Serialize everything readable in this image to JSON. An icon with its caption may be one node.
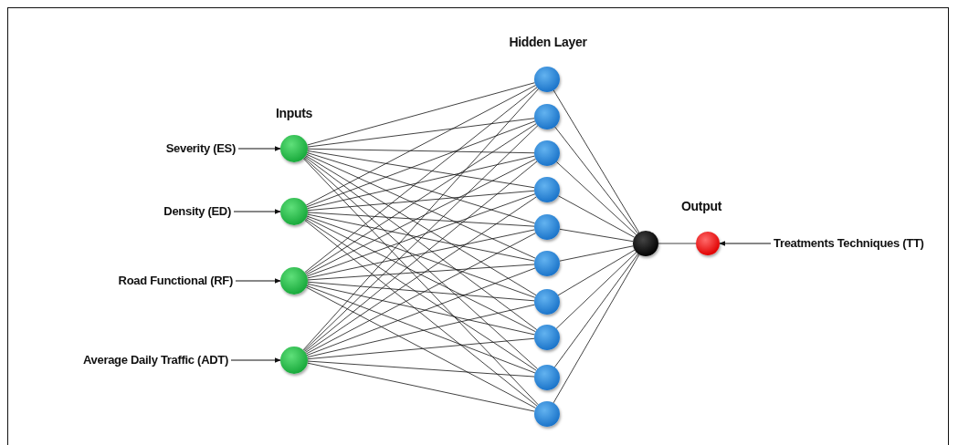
{
  "diagram": {
    "nodes": [
      {
        "text": [
          "Severity (ES)"
        ]
      },
      {
        "text": [
          "Density (ED)"
        ]
      },
      {
        "text": [
          "Road Functional (RF)"
        ]
      },
      {
        "text": [
          "Average Daily Traffic (ADT)"
        ]
      },
      {
        "text": [],
        "shape": "circle"
      },
      {
        "text": [],
        "shape": "circle"
      },
      {
        "text": [],
        "shape": "circle"
      },
      {
        "text": [],
        "shape": "circle"
      },
      {
        "text": [],
        "shape": "circle"
      },
      {
        "text": [],
        "shape": "circle"
      },
      {
        "text": [],
        "shape": "circle"
      },
      {
        "text": [],
        "shape": "circle"
      },
      {
        "text": [],
        "shape": "circle"
      },
      {
        "text": [],
        "shape": "circle"
      },
      {
        "text": [],
        "shape": "circle"
      },
      {
        "text": [],
        "shape": "circle"
      },
      {
        "text": [],
        "shape": "circle"
      },
      {
        "text": [],
        "shape": "circle"
      },
      {
        "text": [],
        "shape": "circle"
      },
      {
        "text": [],
        "shape": "circle"
      },
      {
        "text": [
          "Treatments Techniques (TT)"
        ]
      }
    ],
    "edges": [
      {
        "from": 0,
        "to": 4,
        "arrow": "to"
      },
      {
        "from": 1,
        "to": 5,
        "arrow": "to"
      },
      {
        "from": 2,
        "to": 6,
        "arrow": "to"
      },
      {
        "from": 3,
        "to": 7,
        "arrow": "to"
      },
      {
        "from": 4,
        "to": 8,
        "arrow": "none"
      },
      {
        "from": 4,
        "to": 9,
        "arrow": "none"
      },
      {
        "from": 4,
        "to": 10,
        "arrow": "none"
      },
      {
        "from": 4,
        "to": 11,
        "arrow": "none"
      },
      {
        "from": 4,
        "to": 12,
        "arrow": "none"
      },
      {
        "from": 4,
        "to": 13,
        "arrow": "none"
      },
      {
        "from": 4,
        "to": 14,
        "arrow": "none"
      },
      {
        "from": 4,
        "to": 15,
        "arrow": "none"
      },
      {
        "from": 4,
        "to": 16,
        "arrow": "none"
      },
      {
        "from": 4,
        "to": 17,
        "arrow": "none"
      },
      {
        "from": 5,
        "to": 8,
        "arrow": "none"
      },
      {
        "from": 5,
        "to": 9,
        "arrow": "none"
      },
      {
        "from": 5,
        "to": 10,
        "arrow": "none"
      },
      {
        "from": 5,
        "to": 11,
        "arrow": "none"
      },
      {
        "from": 5,
        "to": 12,
        "arrow": "none"
      },
      {
        "from": 5,
        "to": 13,
        "arrow": "none"
      },
      {
        "from": 5,
        "to": 14,
        "arrow": "none"
      },
      {
        "from": 5,
        "to": 15,
        "arrow": "none"
      },
      {
        "from": 5,
        "to": 16,
        "arrow": "none"
      },
      {
        "from": 5,
        "to": 17,
        "arrow": "none"
      },
      {
        "from": 6,
        "to": 8,
        "arrow": "none"
      },
      {
        "from": 6,
        "to": 9,
        "arrow": "none"
      },
      {
        "from": 6,
        "to": 10,
        "arrow": "none"
      },
      {
        "from": 6,
        "to": 11,
        "arrow": "none"
      },
      {
        "from": 6,
        "to": 12,
        "arrow": "none"
      },
      {
        "from": 6,
        "to": 13,
        "arrow": "none"
      },
      {
        "from": 6,
        "to": 14,
        "arrow": "none"
      },
      {
        "from": 6,
        "to": 15,
        "arrow": "none"
      },
      {
        "from": 6,
        "to": 16,
        "arrow": "none"
      },
      {
        "from": 6,
        "to": 17,
        "arrow": "none"
      },
      {
        "from": 7,
        "to": 8,
        "arrow": "none"
      },
      {
        "from": 7,
        "to": 9,
        "arrow": "none"
      },
      {
        "from": 7,
        "to": 10,
        "arrow": "none"
      },
      {
        "from": 7,
        "to": 11,
        "arrow": "none"
      },
      {
        "from": 7,
        "to": 12,
        "arrow": "none"
      },
      {
        "from": 7,
        "to": 13,
        "arrow": "none"
      },
      {
        "from": 7,
        "to": 14,
        "arrow": "none"
      },
      {
        "from": 7,
        "to": 15,
        "arrow": "none"
      },
      {
        "from": 7,
        "to": 16,
        "arrow": "none"
      },
      {
        "from": 7,
        "to": 17,
        "arrow": "none"
      },
      {
        "from": 8,
        "to": 18,
        "arrow": "none"
      },
      {
        "from": 9,
        "to": 18,
        "arrow": "none"
      },
      {
        "from": 10,
        "to": 18,
        "arrow": "none"
      },
      {
        "from": 11,
        "to": 18,
        "arrow": "none"
      },
      {
        "from": 12,
        "to": 18,
        "arrow": "none"
      },
      {
        "from": 13,
        "to": 18,
        "arrow": "none"
      },
      {
        "from": 14,
        "to": 18,
        "arrow": "none"
      },
      {
        "from": 15,
        "to": 18,
        "arrow": "none"
      },
      {
        "from": 16,
        "to": 18,
        "arrow": "none"
      },
      {
        "from": 17,
        "to": 18,
        "arrow": "none"
      },
      {
        "from": 18,
        "to": 19,
        "arrow": "none"
      },
      {
        "from": 20,
        "to": 19,
        "arrow": "to"
      }
    ],
    "labels": [
      "Hidden Layer",
      "Inputs",
      "Output"
    ]
  }
}
